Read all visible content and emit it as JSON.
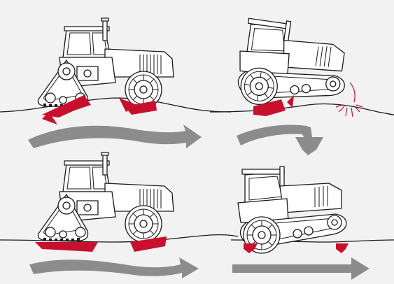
{
  "colors": {
    "background": "#f2f2f2",
    "ink": "#1a1a1a",
    "pressure": "#c8102e",
    "flow_arrow": "#8c8c8c"
  },
  "panels": [
    {
      "id": "top-left",
      "vehicle": "quad-track-tractor",
      "outcome": "wavy-flow"
    },
    {
      "id": "top-right",
      "vehicle": "twin-track-tractor",
      "outcome": "downward-flow"
    },
    {
      "id": "bottom-left",
      "vehicle": "quad-track-tractor",
      "outcome": "wavy-flow"
    },
    {
      "id": "bottom-right",
      "vehicle": "twin-track-tractor",
      "outcome": "straight-flow"
    }
  ],
  "icons": [
    "flow-arrow-icon",
    "pressure-arrow-icon",
    "impact-burst-icon"
  ]
}
